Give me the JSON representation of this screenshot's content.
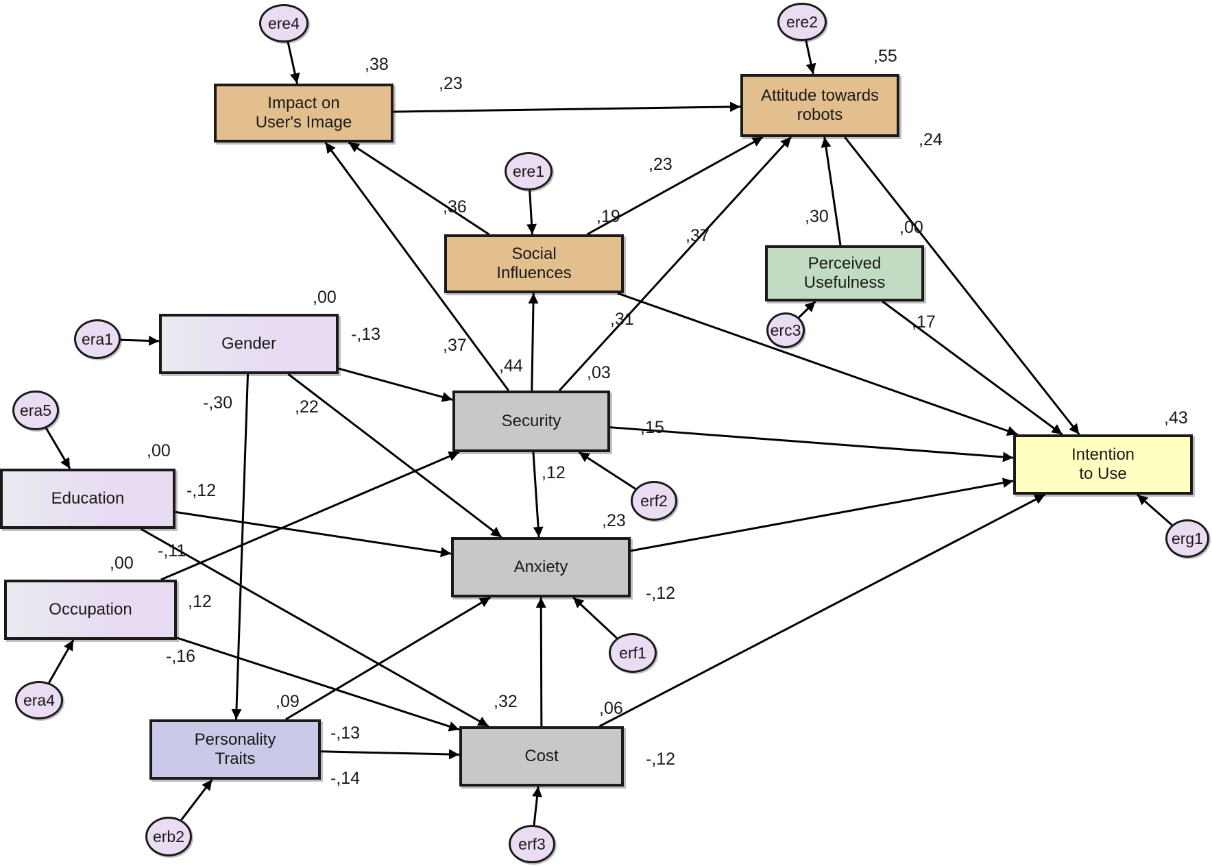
{
  "nodes": {
    "impact": {
      "label": "Impact on\nUser's Image",
      "r2": ",38",
      "color": "#e3bf8e"
    },
    "attitude": {
      "label": "Attitude towards\nrobots",
      "r2": ",55",
      "color": "#e3bf8e"
    },
    "social": {
      "label": "Social\nInfluences",
      "r2": ",19",
      "color": "#e3bf8e"
    },
    "usefulness": {
      "label": "Perceived\nUsefulness",
      "r2": ",00",
      "color": "#c1dcc3"
    },
    "gender": {
      "label": "Gender",
      "r2": ",00",
      "color": "#e8dcf2"
    },
    "education": {
      "label": "Education",
      "r2": ",00",
      "color": "#e8dcf2"
    },
    "occupation": {
      "label": "Occupation",
      "r2": ",00",
      "color": "#e8dcf2"
    },
    "security": {
      "label": "Security",
      "r2": ",03",
      "color": "#c8c8c8"
    },
    "anxiety": {
      "label": "Anxiety",
      "r2": ",23",
      "color": "#c8c8c8"
    },
    "cost": {
      "label": "Cost",
      "r2": ",06",
      "color": "#c8c8c8"
    },
    "personality": {
      "label": "Personality\nTraits",
      "r2": ",09",
      "color": "#cbc9e8"
    },
    "intention": {
      "label": "Intention\nto Use",
      "r2": ",43",
      "color": "#ffffc2"
    }
  },
  "errors": [
    "ere4",
    "ere2",
    "ere1",
    "era1",
    "era5",
    "era4",
    "erc3",
    "erf2",
    "erf1",
    "erf3",
    "erb2",
    "erg1"
  ],
  "paths": [
    {
      "from": "impact",
      "to": "attitude",
      "coef": ",23"
    },
    {
      "from": "social",
      "to": "impact",
      "coef": ",36"
    },
    {
      "from": "social",
      "to": "attitude",
      "coef": ",23"
    },
    {
      "from": "security",
      "to": "impact",
      "coef": ",37"
    },
    {
      "from": "security",
      "to": "attitude",
      "coef": ",37"
    },
    {
      "from": "security",
      "to": "social",
      "coef": ",44"
    },
    {
      "from": "usefulness",
      "to": "attitude",
      "coef": ",30"
    },
    {
      "from": "attitude",
      "to": "intention",
      "coef": ",24"
    },
    {
      "from": "social",
      "to": "intention",
      "coef": ",31"
    },
    {
      "from": "usefulness",
      "to": "intention",
      "coef": ",17"
    },
    {
      "from": "security",
      "to": "intention",
      "coef": ",15"
    },
    {
      "from": "anxiety",
      "to": "intention",
      "coef": "-,12"
    },
    {
      "from": "cost",
      "to": "intention",
      "coef": "-,12"
    },
    {
      "from": "gender",
      "to": "security",
      "coef": "-,13"
    },
    {
      "from": "gender",
      "to": "anxiety",
      "coef": ",22"
    },
    {
      "from": "gender",
      "to": "personality",
      "coef": "-,30"
    },
    {
      "from": "education",
      "to": "anxiety",
      "coef": "-,12"
    },
    {
      "from": "education",
      "to": "cost",
      "coef": "-,11"
    },
    {
      "from": "occupation",
      "to": "security",
      "coef": ",12"
    },
    {
      "from": "occupation",
      "to": "cost",
      "coef": "-,16"
    },
    {
      "from": "security",
      "to": "anxiety",
      "coef": ",12"
    },
    {
      "from": "cost",
      "to": "anxiety",
      "coef": ",32"
    },
    {
      "from": "personality",
      "to": "anxiety",
      "coef": "-,13"
    },
    {
      "from": "personality",
      "to": "cost",
      "coef": "-,14"
    }
  ]
}
